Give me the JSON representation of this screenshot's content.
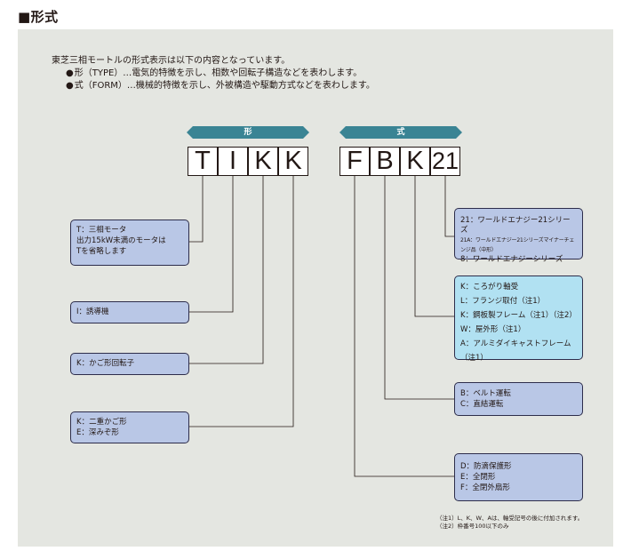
{
  "title": "■形式",
  "intro": {
    "line1": "東芝三相モートルの形式表示は以下の内容となっています。",
    "line2": "形（TYPE）…電気的特徴を示し、相数や回転子構造などを表わします。",
    "line3": "式（FORM）…機械的特徴を示し、外被構造や駆動方式などを表わします。"
  },
  "type_banner": "形",
  "form_banner": "式",
  "type_letters": [
    "T",
    "I",
    "K",
    "K"
  ],
  "form_letters": [
    "F",
    "B",
    "K",
    "21"
  ],
  "type_boxes": [
    [
      "T：三相モータ",
      "出力15kW未満のモータは",
      "Tを省略します"
    ],
    [
      "I：誘導機"
    ],
    [
      "K：かご形回転子"
    ],
    [
      "K：二重かご形",
      "E：深みぞ形"
    ]
  ],
  "form_box_21": {
    "line1": "21：ワールドエナジー21シリーズ",
    "line2": "21A：ワールドエナジー21シリーズマイナーチェンジ品（中形）",
    "line3": "8：ワールドエナジーシリーズ"
  },
  "form_box_k": [
    "K：ころがり軸受",
    "L：フランジ取付（注1）",
    "K：鋼板製フレーム（注1）（注2）",
    "W：屋外形（注1）",
    "A：アルミダイキャストフレーム（注1）"
  ],
  "form_box_b": [
    "B：ベルト運転",
    "C：直結運転"
  ],
  "form_box_f": [
    "D：防滴保護形",
    "E：全閉形",
    "F：全閉外扇形"
  ],
  "notes": {
    "note1": "（注1）L、K、W、Aは、軸受記号の後に付加されます。",
    "note2": "（注2）枠番号100以下のみ"
  }
}
